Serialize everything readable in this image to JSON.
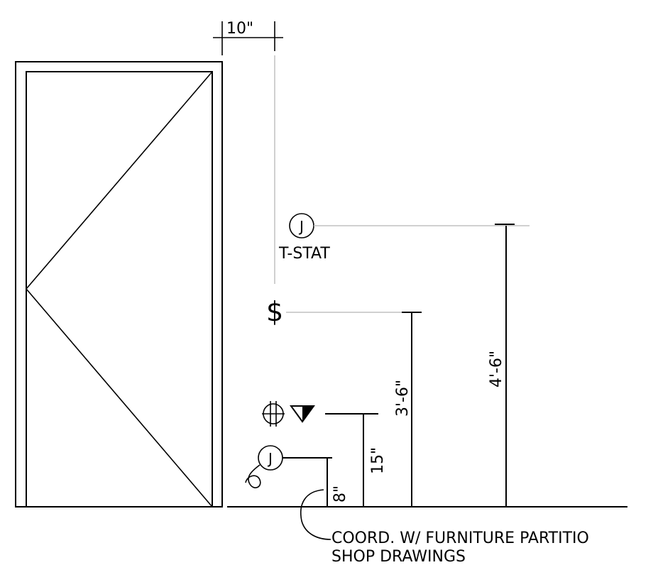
{
  "dimensions": {
    "offset_10in": "10\"",
    "height_4ft6": "4'-6\"",
    "height_3ft6": "3'-6\"",
    "height_15in": "15\"",
    "height_8in": "8\""
  },
  "symbols": {
    "tstat_junction_letter": "J",
    "tstat_label": "T-STAT",
    "switch_symbol": "$",
    "floor_junction_letter": "J"
  },
  "note": {
    "line1": "COORD. W/ FURNITURE PARTITIO",
    "line2": "SHOP DRAWINGS"
  }
}
